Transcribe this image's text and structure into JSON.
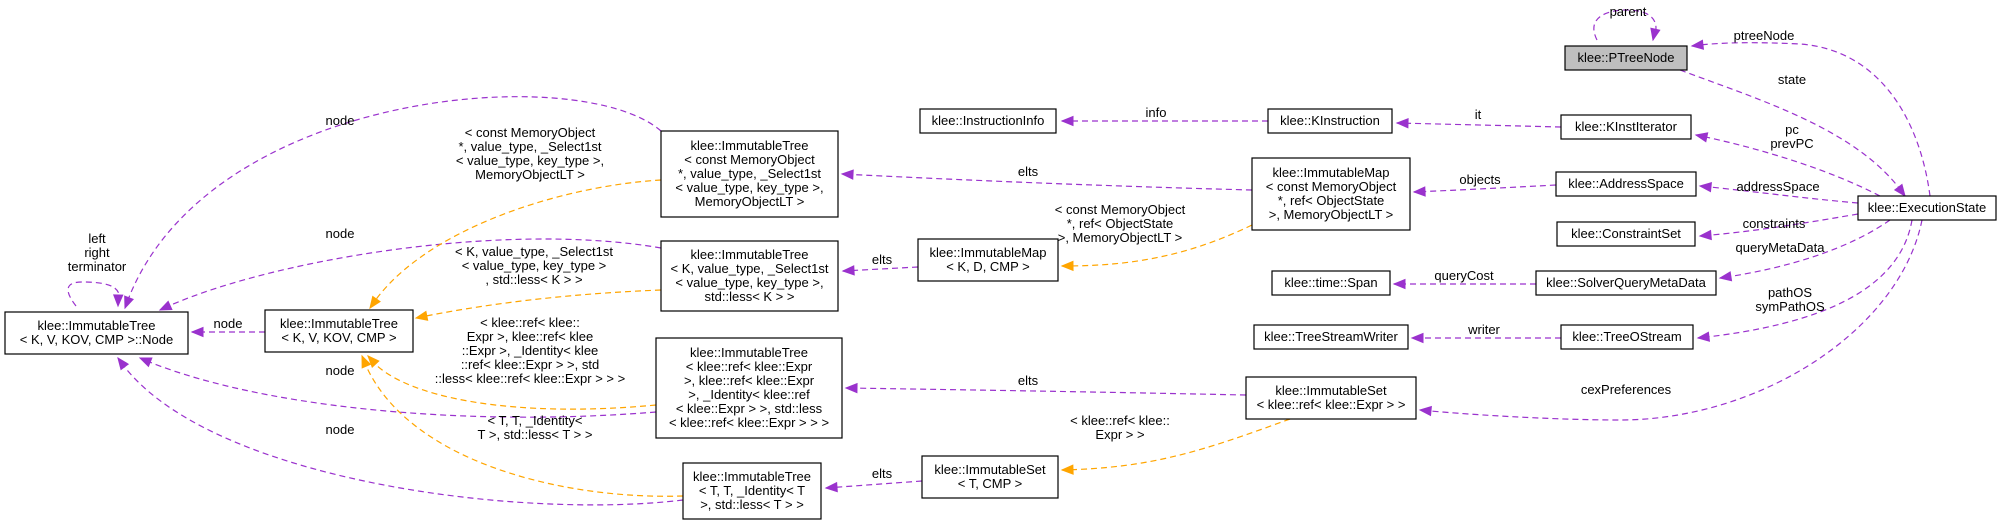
{
  "diagram": {
    "colors": {
      "usage_edge": "#9a32cd",
      "template_edge": "#ffa500",
      "highlight_fill": "#bfbfbf"
    },
    "nodes": {
      "ptreenode": [
        "klee::PTreeNode"
      ],
      "executionstate": [
        "klee::ExecutionState"
      ],
      "instructioninfo": [
        "klee::InstructionInfo"
      ],
      "kinstruction": [
        "klee::KInstruction"
      ],
      "kinstiterator": [
        "klee::KInstIterator"
      ],
      "addressspace": [
        "klee::AddressSpace"
      ],
      "constraintset": [
        "klee::ConstraintSet"
      ],
      "span": [
        "klee::time::Span"
      ],
      "solverquerymetadata": [
        "klee::SolverQueryMetaData"
      ],
      "treestreamwriter": [
        "klee::TreeStreamWriter"
      ],
      "treeostream": [
        "klee::TreeOStream"
      ],
      "immutablemap_memobj": [
        "klee::ImmutableMap",
        "< const MemoryObject",
        "*, ref< ObjectState",
        ">, MemoryObjectLT >"
      ],
      "immutabletree_memobj": [
        "klee::ImmutableTree",
        "< const MemoryObject",
        "*, value_type, _Select1st",
        "< value_type, key_type >,",
        "MemoryObjectLT >"
      ],
      "immutablemap_kd": [
        "klee::ImmutableMap",
        "< K, D, CMP >"
      ],
      "immutabletree_kvalue": [
        "klee::ImmutableTree",
        "< K, value_type, _Select1st",
        "< value_type, key_type >,",
        "std::less< K > >"
      ],
      "immutabletree_node": [
        "klee::ImmutableTree",
        "< K, V, KOV, CMP >::Node"
      ],
      "immutabletree_kvkov": [
        "klee::ImmutableTree",
        "< K, V, KOV, CMP >"
      ],
      "immutabletree_expr": [
        "klee::ImmutableTree",
        "< klee::ref< klee::Expr",
        ">, klee::ref< klee::Expr",
        ">, _Identity< klee::ref",
        "< klee::Expr > >, std::less",
        "< klee::ref< klee::Expr > > >"
      ],
      "immutableset_expr": [
        "klee::ImmutableSet",
        "< klee::ref< klee::Expr > >"
      ],
      "immutableset_tcmp": [
        "klee::ImmutableSet",
        "< T, CMP >"
      ],
      "immutabletree_tt": [
        "klee::ImmutableTree",
        "< T, T, _Identity< T",
        ">, std::less< T > >"
      ]
    },
    "labels": {
      "parent": [
        "parent"
      ],
      "ptreenode": [
        "ptreeNode"
      ],
      "state": [
        "state"
      ],
      "info": [
        "info"
      ],
      "it": [
        "it"
      ],
      "pc": [
        "pc",
        "prevPC"
      ],
      "objects": [
        "objects"
      ],
      "addressspace": [
        "addressSpace"
      ],
      "constraints": [
        "constraints"
      ],
      "querymetadata": [
        "queryMetaData"
      ],
      "querycost": [
        "queryCost"
      ],
      "pathos": [
        "pathOS",
        "symPathOS"
      ],
      "writer": [
        "writer"
      ],
      "cexpreferences": [
        "cexPreferences"
      ],
      "elts_tree_memobj": [
        "elts"
      ],
      "elts_tree_kvalue": [
        "elts"
      ],
      "elts_tree_expr": [
        "elts"
      ],
      "elts_tree_tt": [
        "elts"
      ],
      "node_top": [
        "node"
      ],
      "node_second": [
        "node"
      ],
      "node_kvkov": [
        "node"
      ],
      "node_expr": [
        "node"
      ],
      "node_tt": [
        "node"
      ],
      "node_self": [
        "left",
        "right",
        "terminator"
      ],
      "tmpl_memobj": [
        "< const MemoryObject",
        "*, value_type, _Select1st",
        "< value_type, key_type >,",
        "MemoryObjectLT >"
      ],
      "tmpl_kvalue": [
        "< K, value_type, _Select1st",
        "< value_type, key_type >",
        ", std::less< K > >"
      ],
      "tmpl_expr": [
        "< klee::ref< klee::",
        "Expr >, klee::ref< klee",
        "::Expr >, _Identity< klee",
        "::ref< klee::Expr > >, std",
        "::less< klee::ref< klee::Expr > > >"
      ],
      "tmpl_tt": [
        "< T, T, _Identity<",
        "T >, std::less< T > >"
      ],
      "tmpl_map": [
        "< const MemoryObject",
        "*, ref< ObjectState",
        ">, MemoryObjectLT >"
      ],
      "tmpl_set": [
        "< klee::ref< klee::",
        "Expr > >"
      ]
    }
  }
}
